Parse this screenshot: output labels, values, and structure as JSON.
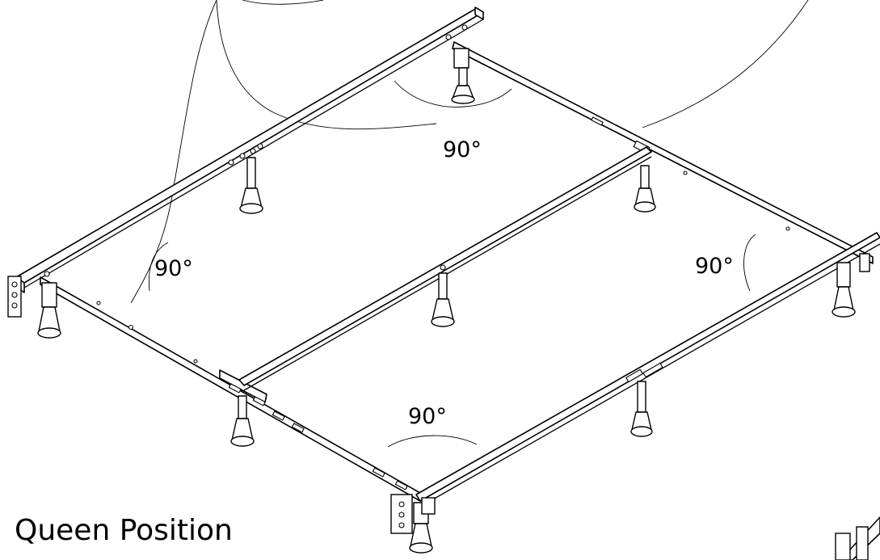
{
  "diagram": {
    "angle_labels": [
      "90°",
      "90°",
      "90°",
      "90°"
    ],
    "caption": "Queen Position"
  }
}
